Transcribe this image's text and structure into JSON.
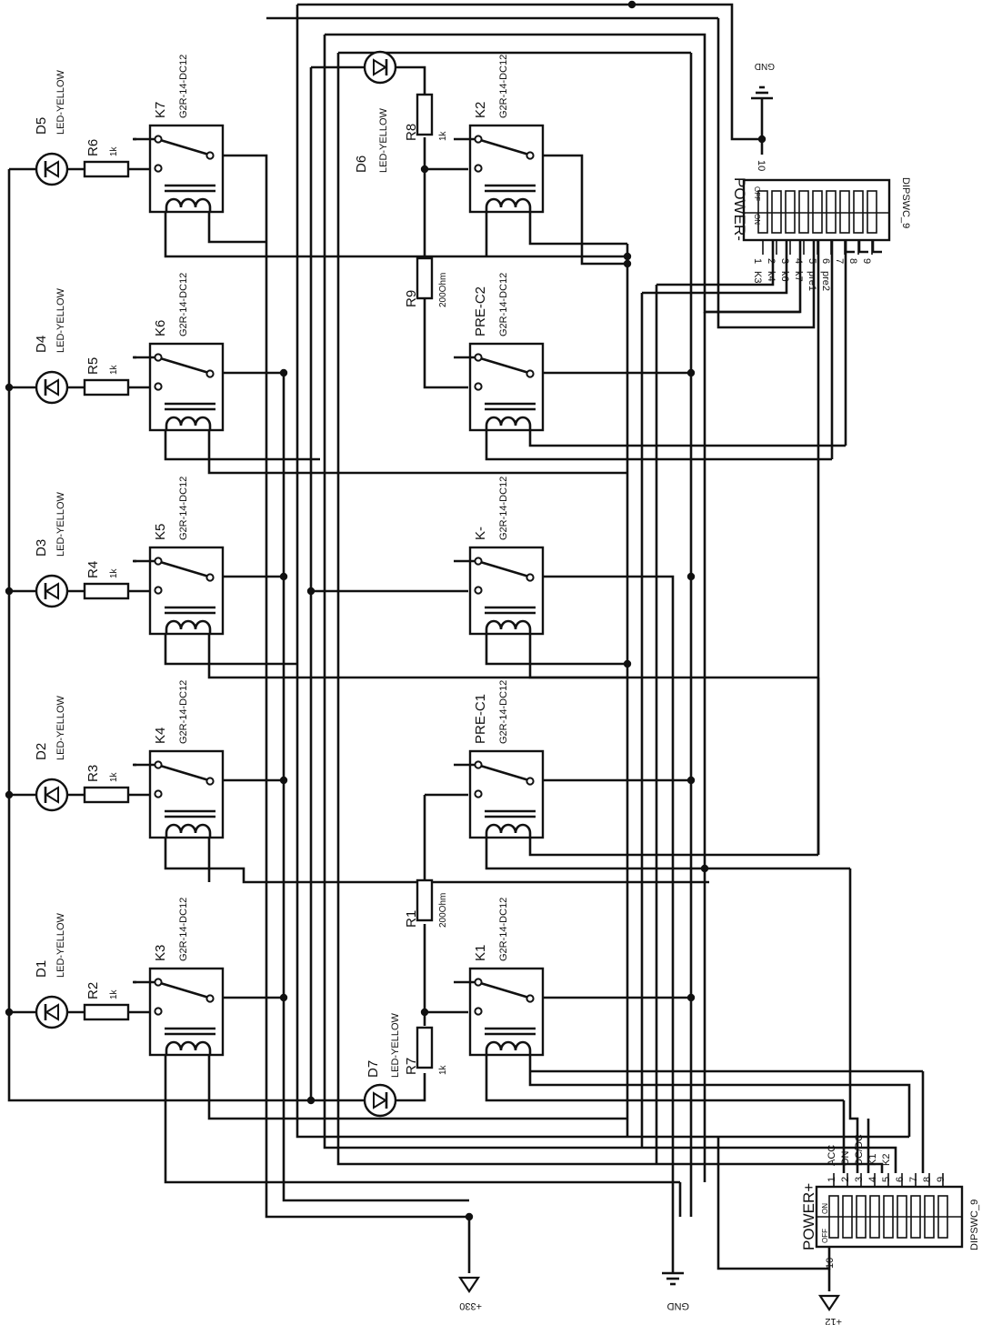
{
  "relays": [
    {
      "ref": "K7",
      "model": "G2R-14-DC12"
    },
    {
      "ref": "K6",
      "model": "G2R-14-DC12"
    },
    {
      "ref": "K5",
      "model": "G2R-14-DC12"
    },
    {
      "ref": "K4",
      "model": "G2R-14-DC12"
    },
    {
      "ref": "K3",
      "model": "G2R-14-DC12"
    },
    {
      "ref": "K2",
      "model": "G2R-14-DC12"
    },
    {
      "ref": "PRE-C2",
      "model": "G2R-14-DC12"
    },
    {
      "ref": "K-",
      "model": "G2R-14-DC12"
    },
    {
      "ref": "PRE-C1",
      "model": "G2R-14-DC12"
    },
    {
      "ref": "K1",
      "model": "G2R-14-DC12"
    }
  ],
  "leds": [
    {
      "ref": "D5",
      "type": "LED-YELLOW"
    },
    {
      "ref": "D4",
      "type": "LED-YELLOW"
    },
    {
      "ref": "D3",
      "type": "LED-YELLOW"
    },
    {
      "ref": "D2",
      "type": "LED-YELLOW"
    },
    {
      "ref": "D1",
      "type": "LED-YELLOW"
    },
    {
      "ref": "D6",
      "type": "LED-YELLOW"
    },
    {
      "ref": "D7",
      "type": "LED-YELLOW"
    }
  ],
  "resistors": [
    {
      "ref": "R6",
      "value": "1k"
    },
    {
      "ref": "R5",
      "value": "1k"
    },
    {
      "ref": "R4",
      "value": "1k"
    },
    {
      "ref": "R3",
      "value": "1k"
    },
    {
      "ref": "R2",
      "value": "1k"
    },
    {
      "ref": "R8",
      "value": "1k"
    },
    {
      "ref": "R9",
      "value": "200Ohm"
    },
    {
      "ref": "R1",
      "value": "200Ohm"
    },
    {
      "ref": "R7",
      "value": "1k"
    }
  ],
  "dip_minus": {
    "title": "POWER-",
    "part": "DIPSWC_9",
    "on": "ON",
    "off": "OFF",
    "pins": [
      "1",
      "2",
      "3",
      "4",
      "5",
      "6",
      "7",
      "8",
      "9",
      "10"
    ],
    "labels": [
      "K3",
      "k4",
      "k6",
      "k7",
      "pre1",
      "pre2"
    ]
  },
  "dip_plus": {
    "title": "POWER+",
    "part": "DIPSWC_9",
    "on": "ON",
    "off": "OFF",
    "pins": [
      "1",
      "2",
      "3",
      "4",
      "5",
      "6",
      "7",
      "8",
      "9",
      "10"
    ],
    "labels": [
      "ACC",
      "ON",
      "DC/DC",
      "K1",
      "K2"
    ]
  },
  "rails": {
    "gnd_top": "GND",
    "gnd_bottom": "GND",
    "plus330": "+330",
    "plus12": "+12"
  }
}
